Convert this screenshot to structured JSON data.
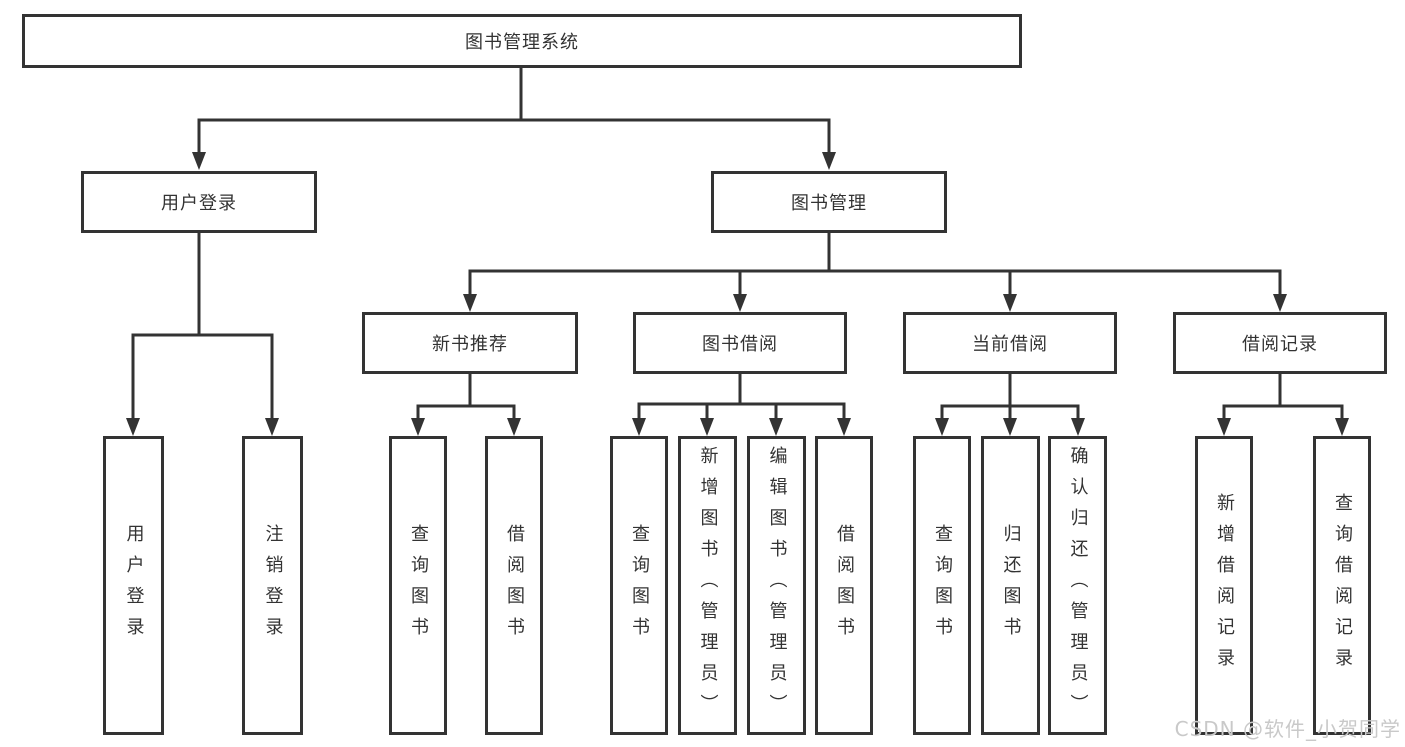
{
  "tree": {
    "root": "图书管理系统",
    "branches": [
      {
        "label": "用户登录",
        "children": [
          "用户登录",
          "注销登录"
        ]
      },
      {
        "label": "图书管理",
        "groups": [
          {
            "label": "新书推荐",
            "children": [
              "查询图书",
              "借阅图书"
            ]
          },
          {
            "label": "图书借阅",
            "children": [
              "查询图书",
              "新增图书（管理员）",
              "编辑图书（管理员）",
              "借阅图书"
            ]
          },
          {
            "label": "当前借阅",
            "children": [
              "查询图书",
              "归还图书",
              "确认归还（管理员）"
            ]
          },
          {
            "label": "借阅记录",
            "children": [
              "新增借阅记录",
              "查询借阅记录"
            ]
          }
        ]
      }
    ]
  },
  "watermark": {
    "text": "CSDN @软件_小贺同学"
  },
  "colors": {
    "line": "#333333",
    "box_border": "#333333",
    "text": "#333333",
    "watermark": "#c9c9c9",
    "background": "#ffffff"
  }
}
